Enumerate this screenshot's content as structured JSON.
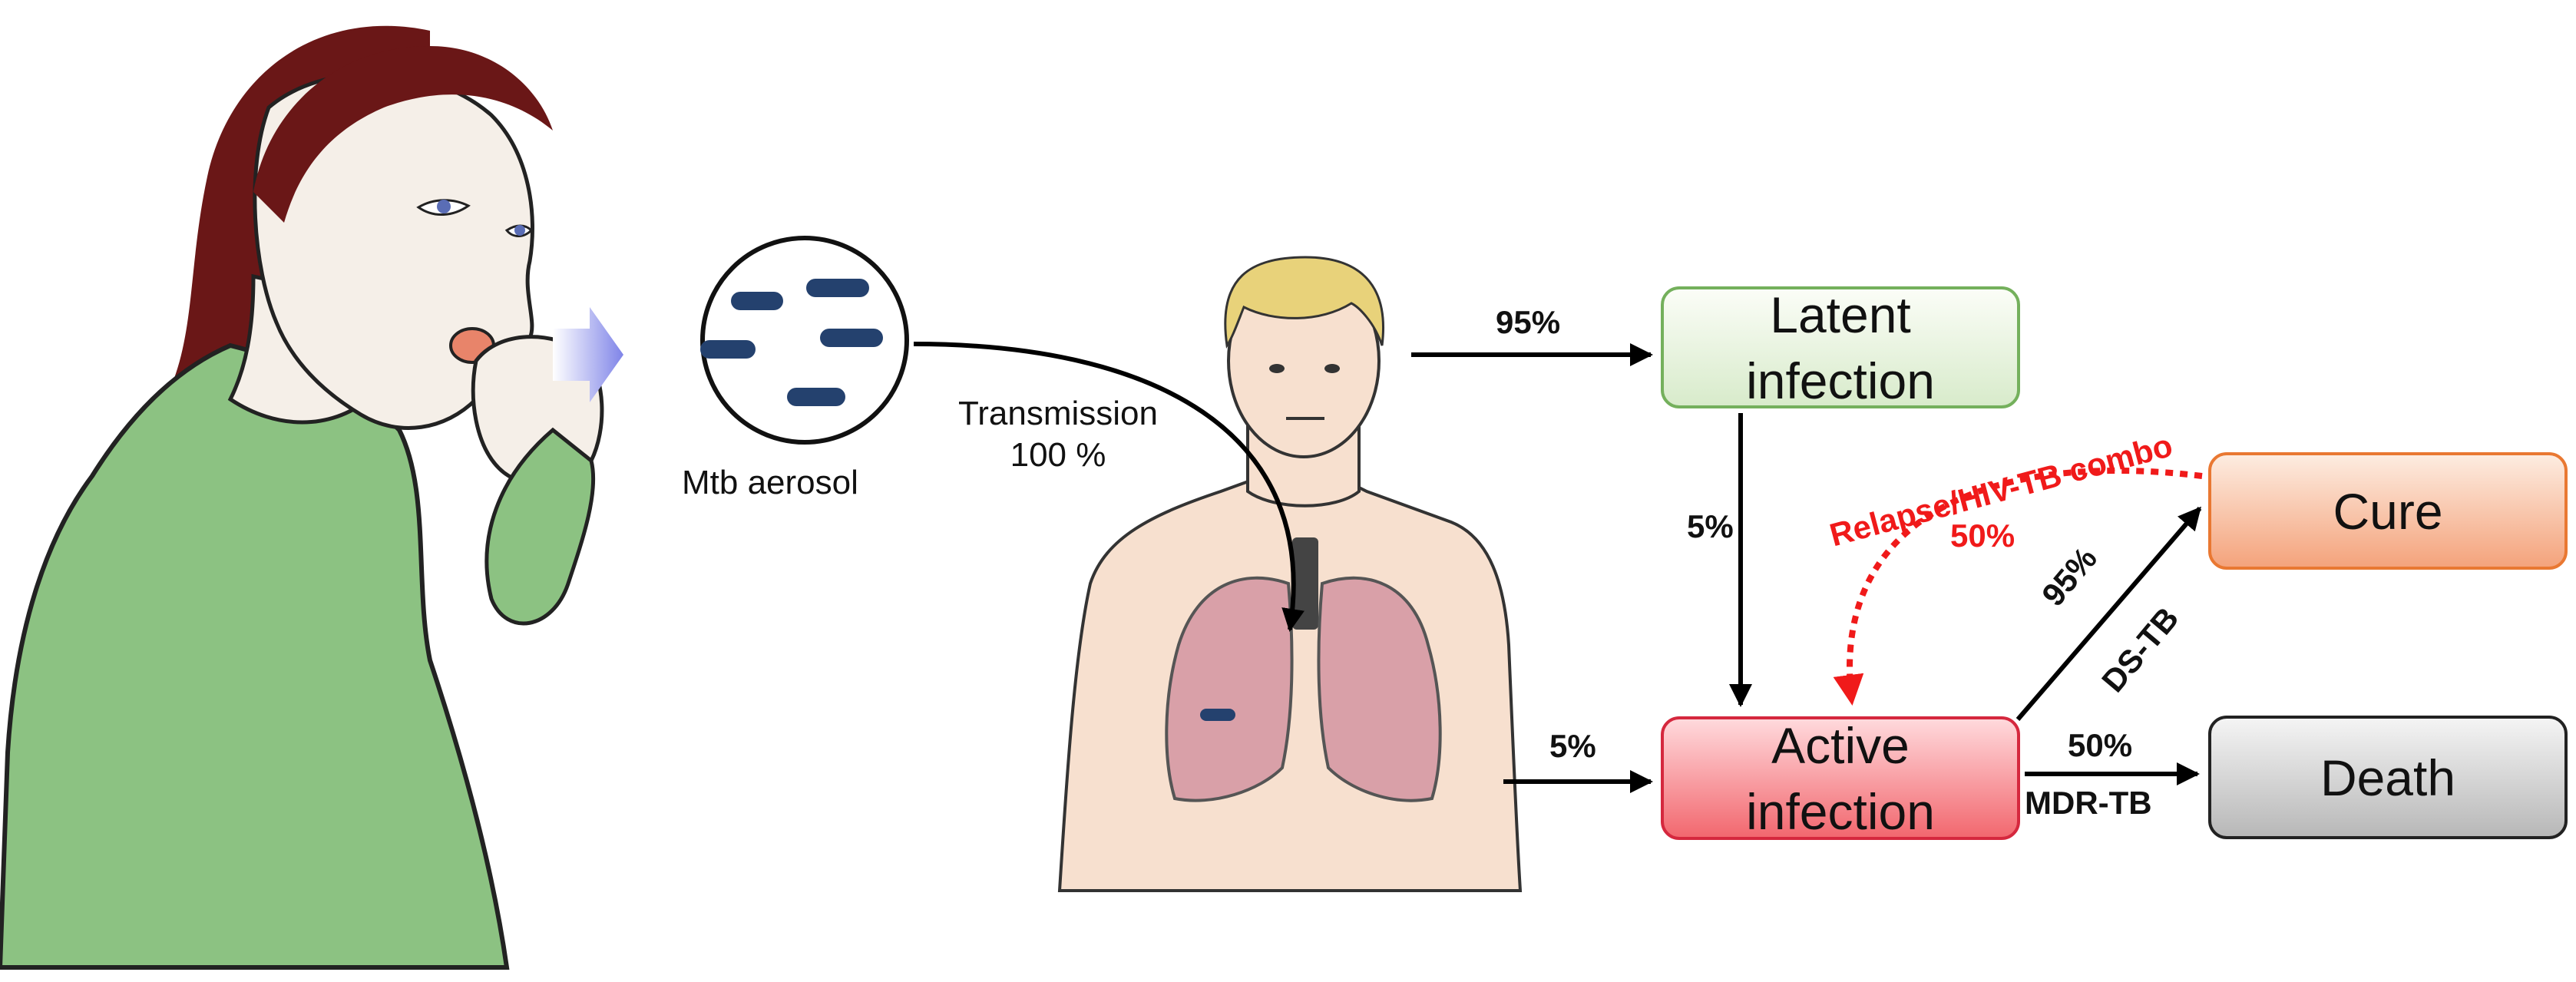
{
  "aerosol": {
    "label": "Mtb aerosol"
  },
  "transmission": {
    "line1": "Transmission",
    "line2": "100 %"
  },
  "boxes": {
    "latent": {
      "line1": "Latent",
      "line2": "infection"
    },
    "active": {
      "line1": "Active",
      "line2": "infection"
    },
    "cure": {
      "label": "Cure"
    },
    "death": {
      "label": "Death"
    }
  },
  "arrows": {
    "to_latent": "95%",
    "to_active": "5%",
    "latent_to_active": "5%",
    "to_cure_pct": "95%",
    "to_cure_type": "DS-TB",
    "to_death_pct": "50%",
    "to_death_type": "MDR-TB",
    "relapse_label": "Relapse/HIV-TB combo",
    "relapse_pct": "50%"
  },
  "colors": {
    "latent_border": "#74b05c",
    "active_border": "#d5283e",
    "cure_border": "#e97832",
    "death_border": "#222222",
    "relapse_arrow": "#f01a1a",
    "bacteria": "#24416e",
    "shirt": "#8cc282",
    "hair": "#6a1717"
  },
  "icons": [
    "coughing-woman-illustration",
    "cough-direction-arrow-icon",
    "aerosol-bacteria-icon",
    "human-lungs-illustration"
  ]
}
